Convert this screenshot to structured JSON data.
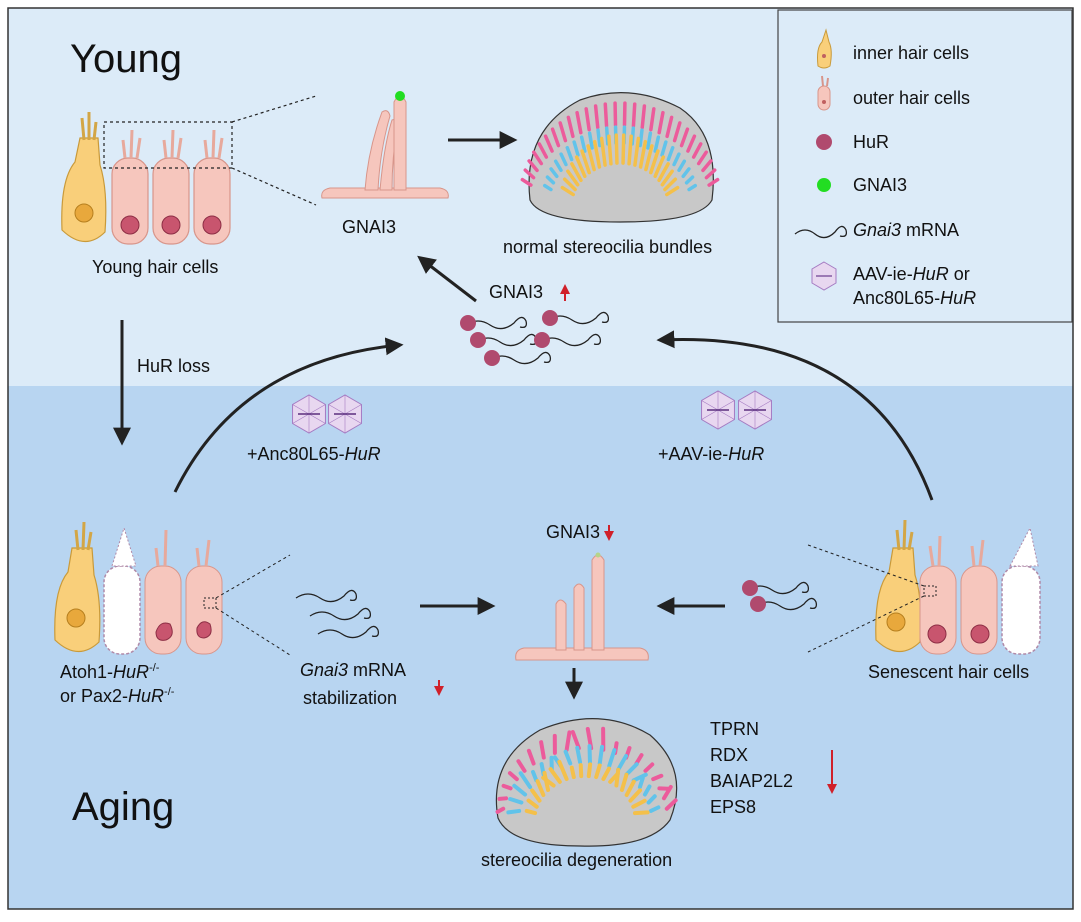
{
  "panels": {
    "young_title": "Young",
    "aging_title": "Aging"
  },
  "young": {
    "hair_cells_label": "Young hair cells",
    "gnai3_label": "GNAI3",
    "bundle_label": "normal stereocilia bundles",
    "gnai3_up": "GNAI3",
    "hur_loss": "HuR loss"
  },
  "legend": {
    "inner_hair_cells": "inner hair cells",
    "outer_hair_cells": "outer hair cells",
    "hur": "HuR",
    "gnai3": "GNAI3",
    "gnai3_mrna_italic": "Gnai3",
    "gnai3_mrna_rest": " mRNA",
    "aav_line1_a": "AAV-ie-",
    "aav_line1_b": "HuR",
    "aav_line1_c": " or",
    "aav_line2_a": "Anc80L65-",
    "aav_line2_b": "HuR"
  },
  "aging": {
    "anc80_a": "+Anc80L65-",
    "anc80_b": "HuR",
    "aav_a": "+AAV-ie-",
    "aav_b": "HuR",
    "ko_line1_a": "Atoh1-",
    "ko_line1_b": "HuR",
    "ko_line1_c": "-/-",
    "ko_line2_a": "or Pax2-",
    "ko_line2_b": "HuR",
    "ko_line2_c": "-/-",
    "mrna_italic": "Gnai3",
    "mrna_rest": " mRNA",
    "stabilization": "stabilization",
    "gnai3_down": "GNAI3",
    "senescent_label": "Senescent hair cells",
    "degeneration_label": "stereocilia degeneration",
    "proteins": [
      "TPRN",
      "RDX",
      "BAIAP2L2",
      "EPS8"
    ]
  },
  "colors": {
    "young_bg": "#dcebf8",
    "aging_bg": "#b8d5f1",
    "inner_cell": "#f9cf7a",
    "outer_cell": "#f6c6bd",
    "hur": "#b04a6e",
    "gnai3": "#22dd22",
    "down_arrow": "#d0202a",
    "bundle_pink": "#ec5b9b",
    "bundle_blue": "#61c3ea",
    "bundle_yellow": "#f4c04a",
    "cuticular": "#bdbdbd",
    "aav_fill": "#e8d7f0",
    "aav_stroke": "#a57bc2"
  }
}
